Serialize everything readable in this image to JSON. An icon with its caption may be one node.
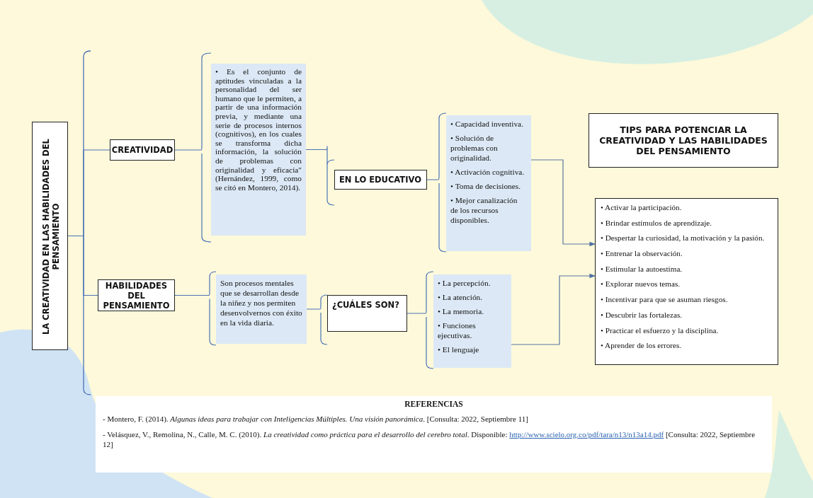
{
  "diagram": {
    "nodes": [
      {
        "text": [
          "LA CREATIVIDAD EN LAS HABILIDADES DEL PENSAMIENTO"
        ]
      },
      {
        "text": [
          "CREATIVIDAD"
        ]
      },
      {
        "text": [
          "• Es el conjunto de aptitudes vinculadas a la personalidad del ser humano que le permiten, a partir de una información previa, y mediante una serie de procesos internos (cognitivos), en los cuales se transforma dicha información, la solución de problemas con originalidad y eficacia\" (Hernández, 1999, como se citó en Montero, 2014)."
        ]
      },
      {
        "text": [
          "EN LO EDUCATIVO"
        ]
      },
      {
        "text": [
          "• Capacidad inventiva.",
          "• Solución de problemas con originalidad.",
          "• Activación cognitiva.",
          "• Toma de decisiones.",
          "• Mejor canalización de los recursos disponibles."
        ]
      },
      {
        "text": [
          "HABILIDADES DEL PENSAMIENTO"
        ]
      },
      {
        "text": [
          "Son procesos mentales que se desarrollan desde la niñez y nos permiten desenvolvernos con éxito en la vida diaria."
        ]
      },
      {
        "text": [
          "¿CUÁLES SON?"
        ]
      },
      {
        "text": [
          "• La percepción.",
          "• La atención.",
          "• La memoria.",
          "• Funciones ejecutivas.",
          "• El lenguaje"
        ]
      },
      {
        "text": [
          "TIPS PARA POTENCIAR LA CREATIVIDAD Y LAS HABILIDADES DEL PENSAMIENTO"
        ]
      },
      {
        "text": [
          "• Activar la participación.",
          "• Brindar estímulos de aprendizaje.",
          "• Despertar la curiosidad, la motivación y la pasión.",
          "• Entrenar la observación.",
          "• Estimular la autoestima.",
          "• Explorar nuevos temas.",
          "• Incentivar para que se asuman riesgos.",
          "• Descubrir las fortalezas.",
          "• Practicar el esfuerzo y la disciplina.",
          "• Aprender de los errores."
        ]
      }
    ],
    "edges": [
      {
        "from": 0,
        "to": 1,
        "arrow": "none"
      },
      {
        "from": 0,
        "to": 5,
        "arrow": "none"
      },
      {
        "from": 1,
        "to": 2,
        "arrow": "none"
      },
      {
        "from": 2,
        "to": 3,
        "arrow": "none"
      },
      {
        "from": 3,
        "to": 4,
        "arrow": "none"
      },
      {
        "from": 5,
        "to": 6,
        "arrow": "none"
      },
      {
        "from": 6,
        "to": 7,
        "arrow": "none"
      },
      {
        "from": 7,
        "to": 8,
        "arrow": "none"
      },
      {
        "from": 4,
        "to": 10,
        "arrow": "to"
      },
      {
        "from": 8,
        "to": 10,
        "arrow": "to"
      }
    ],
    "labels": [
      "REFERENCIAS",
      "- Montero, F. (2014). *Algunas ideas para trabajar con Inteligencias Múltiples. Una visión panorámica*. [Consulta: 2022, Septiembre 11]",
      "- Velásquez, V., Remolina, N., Calle, M. C. (2010). *La creatividad como práctica para el desarrollo del cerebro total*. Disponible:",
      "http://www.scielo.org.co/pdf/tara/n13/n13a14.pdf",
      "[Consulta: 2022, Septiembre 12]"
    ]
  }
}
